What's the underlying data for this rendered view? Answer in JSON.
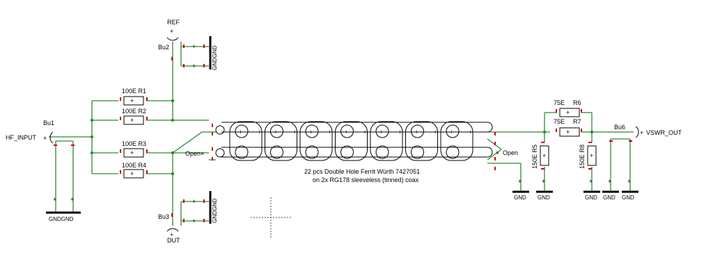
{
  "connectors": {
    "bu1": {
      "name": "Bu1",
      "signal": "HF_INPUT"
    },
    "bu2": {
      "name": "Bu2",
      "signal": "REF"
    },
    "bu3": {
      "name": "Bu3",
      "signal": "DUT"
    },
    "bu6": {
      "name": "Bu6",
      "signal": "VSWR_OUT"
    }
  },
  "resistors": {
    "r1": "100E R1",
    "r2": "100E R2",
    "r3": "100E R3",
    "r4": "100E R4",
    "r5": "150E R5",
    "r8": "150E R8",
    "r6_value": "75E",
    "r6_ref": "R6",
    "r7_value": "75E",
    "r7_ref": "R7"
  },
  "ground": {
    "gndgnd": "GNDGND",
    "gnd": "GND"
  },
  "open_label": "Open",
  "transformer": {
    "line1": "22 pcs Double Hole Ferrit Würth 7427051",
    "line2": "on 2x RG178 sleeveless (tinned) coax"
  },
  "colors": {
    "wire": "#2f8a2f",
    "pin": "#cc0000",
    "symbol": "#000000"
  }
}
